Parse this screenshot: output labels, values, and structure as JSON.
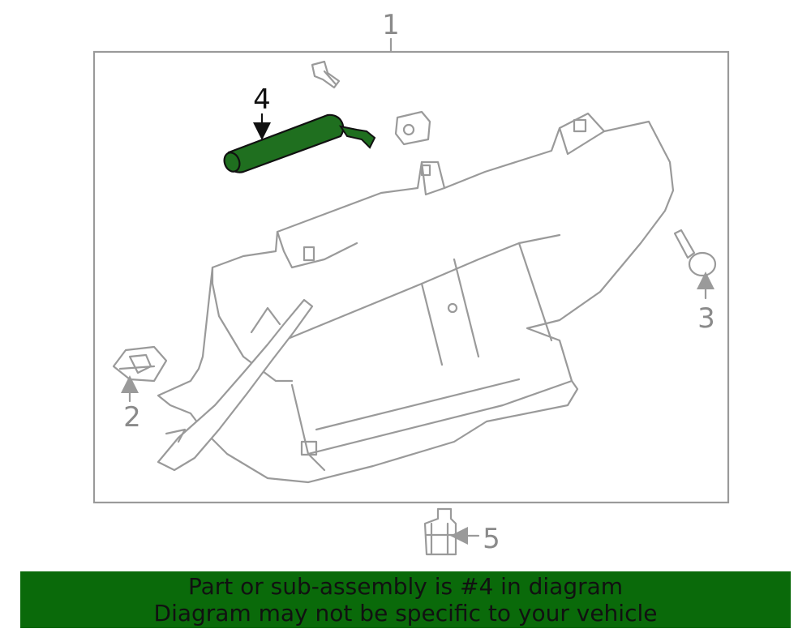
{
  "diagram": {
    "callouts": [
      {
        "id": "1",
        "label": "1"
      },
      {
        "id": "2",
        "label": "2"
      },
      {
        "id": "3",
        "label": "3"
      },
      {
        "id": "4",
        "label": "4"
      },
      {
        "id": "5",
        "label": "5"
      }
    ],
    "highlighted_part": "4",
    "highlight_color": "#1f6f1f",
    "line_color": "#9a9a9a"
  },
  "banner": {
    "line1": "Part or sub-assembly is #4 in diagram",
    "line2": "Diagram may not be specific to your vehicle",
    "background": "#0a6a0a"
  }
}
